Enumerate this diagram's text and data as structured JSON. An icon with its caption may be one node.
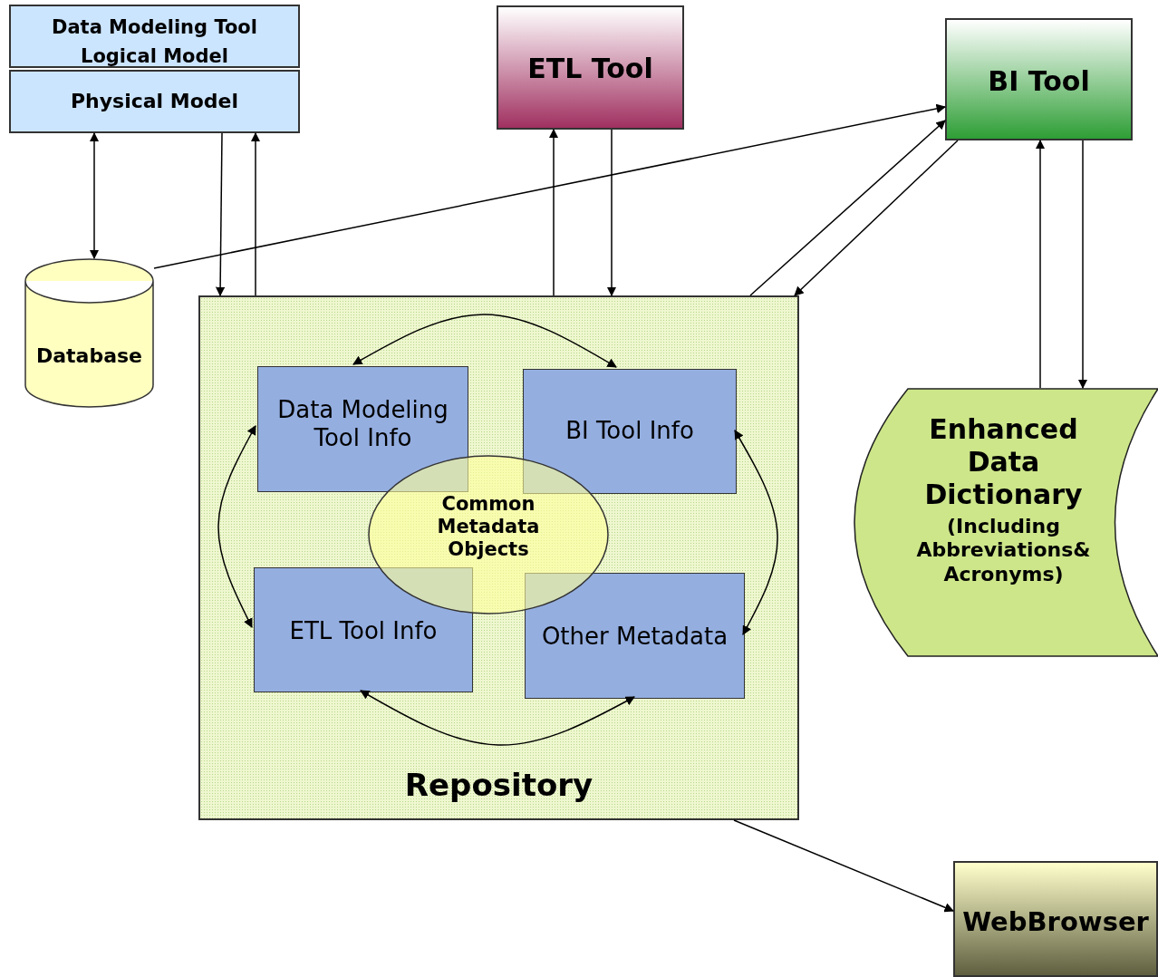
{
  "diagram": {
    "nodes": [
      {
        "text": [
          "Data Modeling Tool Logical Model"
        ]
      },
      {
        "text": [
          "Physical Model"
        ]
      },
      {
        "text": [
          "ETL Tool"
        ]
      },
      {
        "text": [
          "BI Tool"
        ]
      },
      {
        "text": [
          "Database"
        ]
      },
      {
        "text": [
          "Repository"
        ]
      },
      {
        "text": [
          "Data Modeling Tool Info"
        ],
        "in": 5
      },
      {
        "text": [
          "BI Tool Info"
        ],
        "in": 5
      },
      {
        "text": [
          "ETL Tool Info"
        ],
        "in": 5
      },
      {
        "text": [
          "Other Metadata"
        ],
        "in": 5
      },
      {
        "text": [
          "Common Metadata Objects"
        ],
        "in": 5
      },
      {
        "text": [
          "Enhanced Data Dictionary",
          "(Including Abbreviations& Acronyms)"
        ]
      },
      {
        "text": [
          "WebBrowser"
        ]
      }
    ],
    "edges": [
      {
        "from": 1,
        "to": 4,
        "arrow": "both"
      },
      {
        "from": 1,
        "to": 5,
        "arrow": "to"
      },
      {
        "from": 5,
        "to": 1,
        "arrow": "to"
      },
      {
        "from": 4,
        "to": 3,
        "arrow": "to"
      },
      {
        "from": 5,
        "to": 2,
        "arrow": "to"
      },
      {
        "from": 2,
        "to": 5,
        "arrow": "to"
      },
      {
        "from": 5,
        "to": 3,
        "arrow": "to"
      },
      {
        "from": 3,
        "to": 5,
        "arrow": "to"
      },
      {
        "from": 11,
        "to": 3,
        "arrow": "to"
      },
      {
        "from": 3,
        "to": 11,
        "arrow": "to"
      },
      {
        "from": 5,
        "to": 12,
        "arrow": "to"
      },
      {
        "from": 6,
        "to": 7,
        "arrow": "both"
      },
      {
        "from": 7,
        "to": 9,
        "arrow": "both"
      },
      {
        "from": 9,
        "to": 8,
        "arrow": "both"
      },
      {
        "from": 8,
        "to": 6,
        "arrow": "both"
      }
    ]
  }
}
